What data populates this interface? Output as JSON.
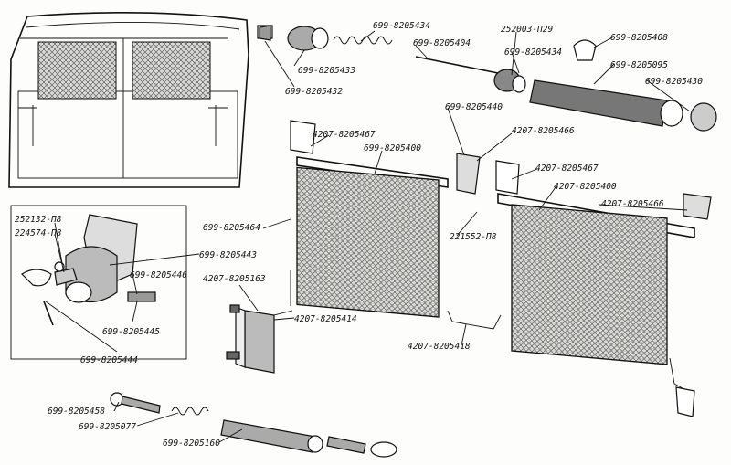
{
  "labels": {
    "l1": "699-8205434",
    "l2": "699-8205404",
    "l3": "252003-П29",
    "l4": "699-8205408",
    "l5": "699-8205433",
    "l6": "699-8205432",
    "l7": "699-8205434",
    "l8": "699-8205095",
    "l9": "699-8205430",
    "l10": "699-8205440",
    "l11": "4207-8205467",
    "l12": "699-8205400",
    "l13": "4207-8205466",
    "l14": "4207-8205467",
    "l15": "4207-8205400",
    "l16": "4207-8205466",
    "l17": "699-8205464",
    "l18": "221552-П8",
    "l19": "252132-П8",
    "l20": "224574-П8",
    "l21": "699-8205443",
    "l22": "699-8205446",
    "l23": "4207-8205163",
    "l24": "699-8205445",
    "l25": "4207-8205414",
    "l26": "699-8205444",
    "l27": "4207-8205418",
    "l28": "699-8205458",
    "l29": "699-8205077",
    "l30": "699-8205160"
  },
  "colors": {
    "ink": "#111111",
    "paper": "#fdfdfb",
    "mesh": "#7a7a7a"
  }
}
